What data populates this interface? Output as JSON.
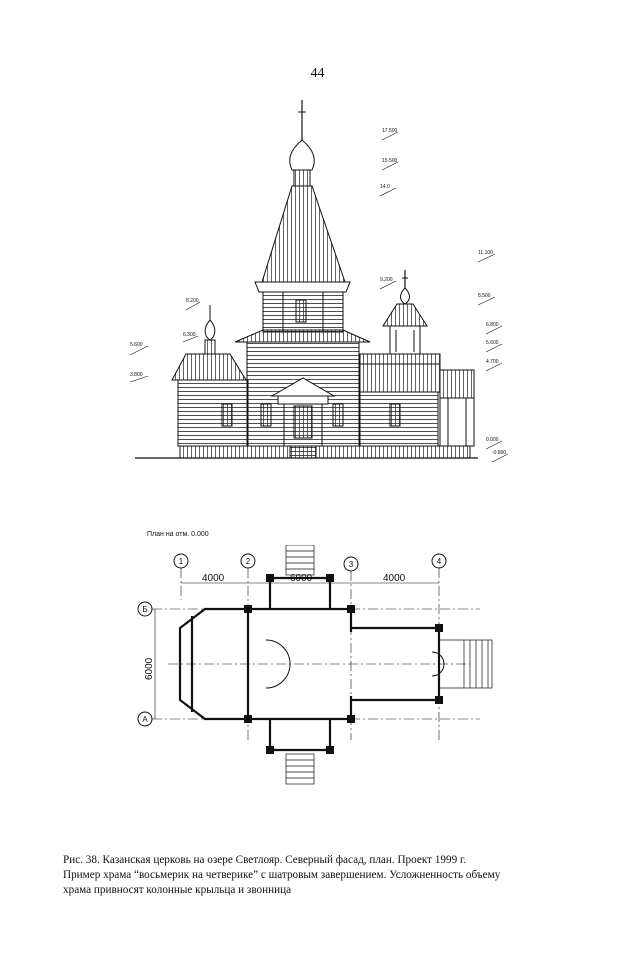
{
  "page": {
    "number": "44"
  },
  "facade": {
    "marks_left": [
      "8.200",
      "6.300",
      "5.600",
      "3.800"
    ],
    "marks_right": [
      "17.500",
      "15.500",
      "14.0",
      "11.100",
      "9.200",
      "8.500",
      "6.800",
      "5.600",
      "4.700",
      "0.000",
      "-0.800"
    ]
  },
  "plan": {
    "title": "План  на  отм. 0.000",
    "axes": [
      "1",
      "2",
      "3",
      "4"
    ],
    "rows": [
      "Б",
      "А"
    ],
    "dims": [
      "4000",
      "6000",
      "4000"
    ],
    "vdim": "6000"
  },
  "caption": {
    "line1": "Рис. 38. Казанская церковь на озере Светлояр. Северный фасад, план. Проект 1999 г.",
    "line2": "Пример храма “восьмерик на четверике” с шатровым завершением. Усложненность объему",
    "line3": "храма привносят колонные крыльца и звонница"
  }
}
